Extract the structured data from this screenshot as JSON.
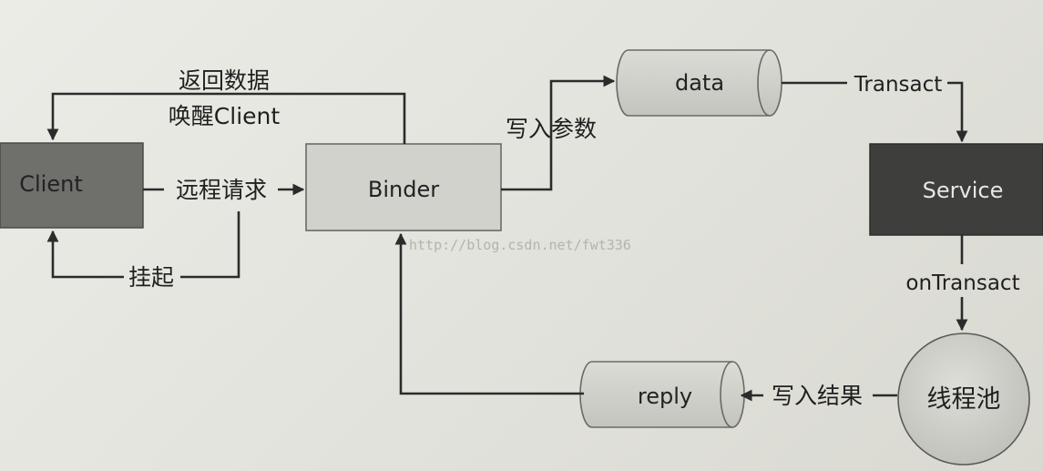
{
  "nodes": {
    "client": "Client",
    "binder": "Binder",
    "service": "Service",
    "data": "data",
    "reply": "reply",
    "thread_pool": "线程池"
  },
  "edges": {
    "return_data": "返回数据",
    "wake_client": "唤醒Client",
    "remote_request": "远程请求",
    "suspend": "挂起",
    "write_params": "写入参数",
    "transact": "Transact",
    "on_transact": "onTransact",
    "write_result": "写入结果"
  },
  "watermark": "http://blog.csdn.net/fwt336",
  "colors": {
    "client_fill": "#6f6f6c",
    "service_fill": "#3e3e3c",
    "binder_fill": "#d2d2cd",
    "line": "#2b2b2b"
  }
}
